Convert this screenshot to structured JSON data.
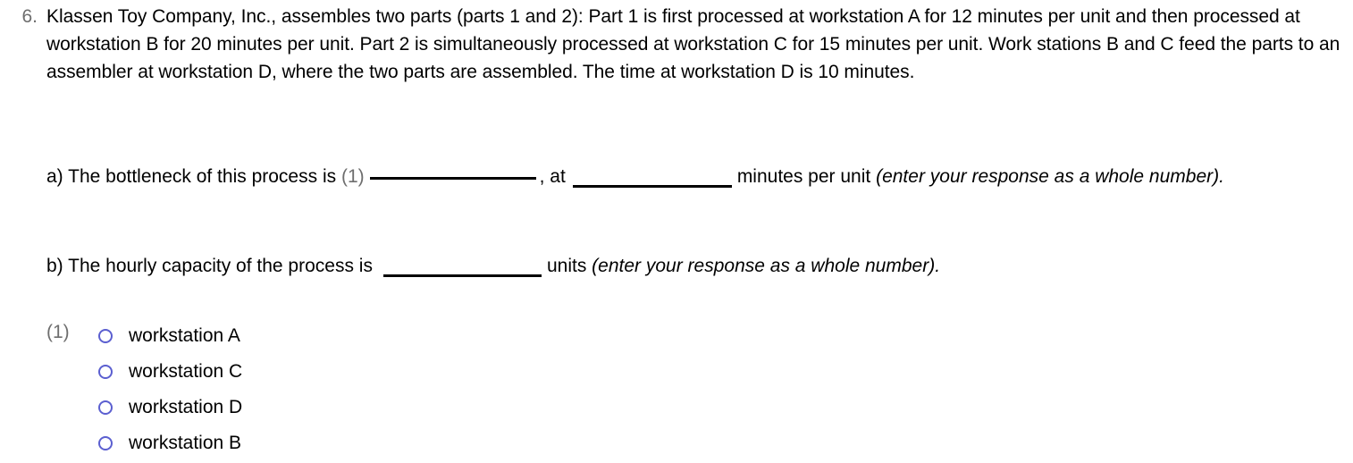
{
  "question": {
    "number": "6.",
    "stem": "Klassen Toy Company, Inc., assembles two parts (parts 1 and 2): Part 1 is first processed at workstation A for 12 minutes per unit and then processed at workstation B for 20 minutes per unit. Part 2 is simultaneously processed at workstation C for 15 minutes per unit. Work stations B and C feed the parts to an assembler at workstation D, where the two parts are assembled. The time at workstation D is 10 minutes."
  },
  "part_a": {
    "prompt": "a) The bottleneck of this process is",
    "reference_tag": "(1)",
    "blank1_value": "",
    "middle_text": ", at",
    "blank2_value": "",
    "unit_text": "minutes per unit",
    "instruction": "(enter your response as a whole number)."
  },
  "part_b": {
    "prompt": "b) The hourly capacity of the process is",
    "blank_value": "",
    "unit_text": "units",
    "instruction": "(enter your response as a whole number)."
  },
  "options_group": {
    "reference_tag": "(1)",
    "radio_color": "#5b5fd0",
    "options": [
      {
        "label": "workstation A",
        "selected": false
      },
      {
        "label": "workstation C",
        "selected": false
      },
      {
        "label": "workstation D",
        "selected": false
      },
      {
        "label": "workstation B",
        "selected": false
      }
    ]
  },
  "colors": {
    "background": "#ffffff",
    "text": "#000000",
    "muted": "#6e6e6e",
    "radio_ring": "#5b5fd0",
    "rule": "#000000"
  }
}
